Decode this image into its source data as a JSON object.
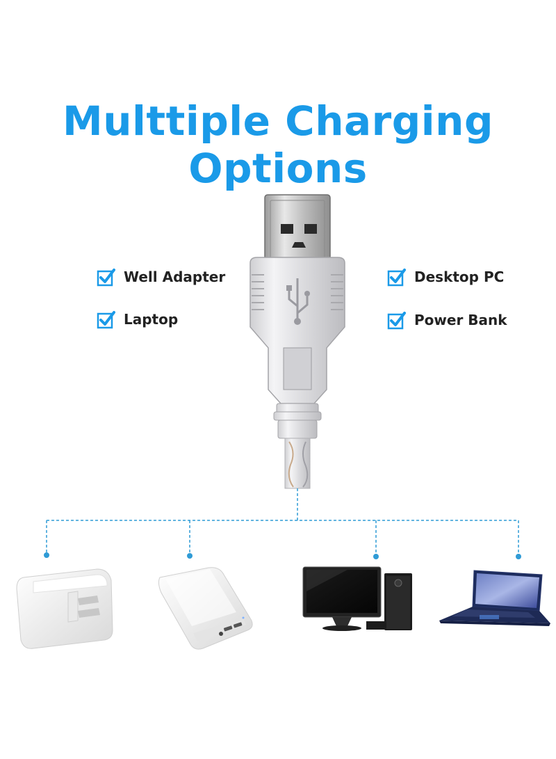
{
  "title": "Multtiple Charging Options",
  "options": {
    "well_adapter": "Well Adapter",
    "laptop": "Laptop",
    "desktop_pc": "Desktop PC",
    "power_bank": "Power Bank"
  },
  "colors": {
    "accent": "#1a9ae8",
    "text": "#222222",
    "connector_line": "#2f9bd6"
  },
  "icons": {
    "check": "check-box-icon",
    "usb": "usb-plug-icon",
    "wall_adapter": "wall-adapter-icon",
    "power_bank": "power-bank-icon",
    "desktop": "desktop-pc-icon",
    "laptop": "laptop-icon"
  }
}
